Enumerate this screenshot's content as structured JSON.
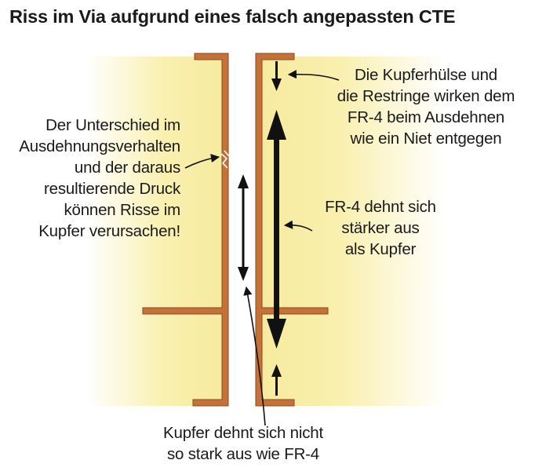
{
  "title": "Riss im Via aufgrund eines falsch angepassten CTE",
  "labels": {
    "crack": [
      "Der Unterschied im",
      "Ausdehnungsverhalten",
      "und der daraus",
      "resultierende Druck",
      "können Risse im",
      "Kupfer verursachen!"
    ],
    "rivet": [
      "Die Kupferhülse und",
      "die Restringe wirken dem",
      "FR-4 beim Ausdehnen",
      "wie ein Niet entgegen"
    ],
    "expand": [
      "FR-4 dehnt sich",
      "stärker aus",
      "als Kupfer"
    ],
    "copper": [
      "Kupfer dehnt sich nicht",
      "so stark aus wie FR-4"
    ]
  },
  "colors": {
    "fr4": "#f7eda0",
    "fr4_fade": "#ffffff",
    "copper": "#c4713a",
    "copper_edge": "#8a4a20",
    "arrow": "#111111"
  }
}
